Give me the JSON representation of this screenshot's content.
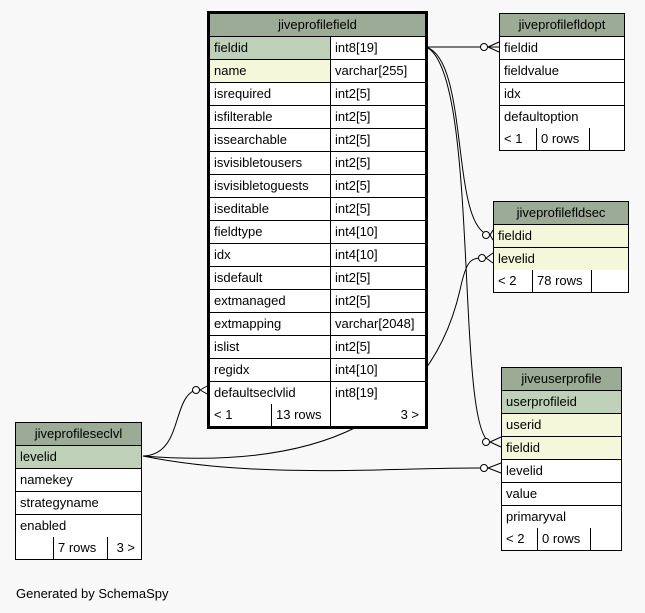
{
  "tables": {
    "jiveprofilefield": {
      "name": "jiveprofilefield",
      "columns": [
        {
          "name": "fieldid",
          "type": "int8[19]",
          "style": "pk"
        },
        {
          "name": "name",
          "type": "varchar[255]",
          "style": "idx"
        },
        {
          "name": "isrequired",
          "type": "int2[5]",
          "style": ""
        },
        {
          "name": "isfilterable",
          "type": "int2[5]",
          "style": ""
        },
        {
          "name": "issearchable",
          "type": "int2[5]",
          "style": ""
        },
        {
          "name": "isvisibletousers",
          "type": "int2[5]",
          "style": ""
        },
        {
          "name": "isvisibletoguests",
          "type": "int2[5]",
          "style": ""
        },
        {
          "name": "iseditable",
          "type": "int2[5]",
          "style": ""
        },
        {
          "name": "fieldtype",
          "type": "int4[10]",
          "style": ""
        },
        {
          "name": "idx",
          "type": "int4[10]",
          "style": ""
        },
        {
          "name": "isdefault",
          "type": "int2[5]",
          "style": ""
        },
        {
          "name": "extmanaged",
          "type": "int2[5]",
          "style": ""
        },
        {
          "name": "extmapping",
          "type": "varchar[2048]",
          "style": ""
        },
        {
          "name": "islist",
          "type": "int2[5]",
          "style": ""
        },
        {
          "name": "regidx",
          "type": "int4[10]",
          "style": ""
        },
        {
          "name": "defaultseclvlid",
          "type": "int8[19]",
          "style": ""
        }
      ],
      "footer": {
        "parents": "< 1",
        "rows": "13 rows",
        "children": "3 >"
      }
    },
    "jiveprofilefldopt": {
      "name": "jiveprofilefldopt",
      "columns": [
        {
          "name": "fieldid",
          "style": ""
        },
        {
          "name": "fieldvalue",
          "style": ""
        },
        {
          "name": "idx",
          "style": ""
        },
        {
          "name": "defaultoption",
          "style": ""
        }
      ],
      "footer": {
        "parents": "< 1",
        "rows": "0 rows",
        "children": ""
      }
    },
    "jiveprofilefldsec": {
      "name": "jiveprofilefldsec",
      "columns": [
        {
          "name": "fieldid",
          "style": "idx"
        },
        {
          "name": "levelid",
          "style": "idx"
        }
      ],
      "footer": {
        "parents": "< 2",
        "rows": "78 rows",
        "children": ""
      }
    },
    "jiveuserprofile": {
      "name": "jiveuserprofile",
      "columns": [
        {
          "name": "userprofileid",
          "style": "pk"
        },
        {
          "name": "userid",
          "style": "idx"
        },
        {
          "name": "fieldid",
          "style": "idx"
        },
        {
          "name": "levelid",
          "style": ""
        },
        {
          "name": "value",
          "style": ""
        },
        {
          "name": "primaryval",
          "style": ""
        }
      ],
      "footer": {
        "parents": "< 2",
        "rows": "0 rows",
        "children": ""
      }
    },
    "jiveprofileseclvl": {
      "name": "jiveprofileseclvl",
      "columns": [
        {
          "name": "levelid",
          "style": "pk"
        },
        {
          "name": "namekey",
          "style": ""
        },
        {
          "name": "strategyname",
          "style": ""
        },
        {
          "name": "enabled",
          "style": ""
        }
      ],
      "footer": {
        "parents": "",
        "rows": "7 rows",
        "children": "3 >"
      }
    }
  },
  "caption": "Generated by SchemaSpy"
}
